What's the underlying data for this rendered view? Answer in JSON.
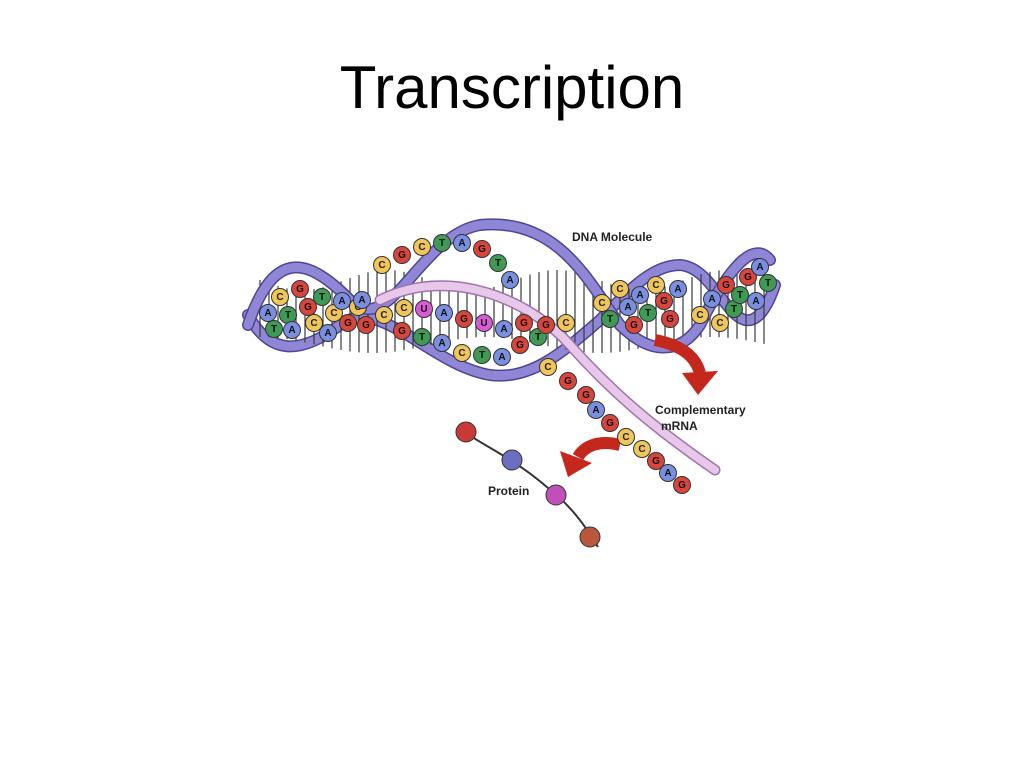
{
  "slide": {
    "title": "Transcription"
  },
  "figure": {
    "labels": {
      "dna": "DNA Molecule",
      "mrna_line1": "Complementary",
      "mrna_line2": "mRNA",
      "protein": "Protein"
    },
    "colors": {
      "backbone": "#8f86d6",
      "backbone_dark": "#4e4596",
      "mrna": "#e8c8e8",
      "mrna_edge": "#a271b0",
      "arrow": "#c4271b",
      "A": "#7a8fe0",
      "T": "#3f9a55",
      "G": "#d8463b",
      "C": "#f0c65a",
      "U": "#d85bd6",
      "protein_red": "#c83a36",
      "protein_blue": "#6b6fc0",
      "protein_pink": "#c04fb8",
      "protein_brown": "#b8573c"
    },
    "left_bases": [
      "A",
      "T",
      "C",
      "T",
      "A",
      "G",
      "G",
      "C",
      "T",
      "A",
      "C",
      "A",
      "G",
      "C",
      "G"
    ],
    "top_bases": [
      "C",
      "G",
      "C",
      "T",
      "A",
      "G",
      "T",
      "A"
    ],
    "bubble_dna_bases": [
      "A",
      "C",
      "G",
      "T",
      "A",
      "C",
      "T",
      "A",
      "G",
      "T"
    ],
    "bubble_rna_bases": [
      "C",
      "U",
      "A",
      "G",
      "U",
      "A",
      "G",
      "G",
      "C"
    ],
    "right_helix_bases": [
      "C",
      "T",
      "C",
      "A",
      "G",
      "A",
      "T",
      "C",
      "G",
      "G",
      "A",
      "C",
      "A",
      "C",
      "G",
      "T",
      "T",
      "G",
      "A",
      "A",
      "T"
    ],
    "mrna_bases": [
      "C",
      "G",
      "G",
      "A",
      "G",
      "C",
      "C",
      "G",
      "A",
      "G"
    ]
  }
}
